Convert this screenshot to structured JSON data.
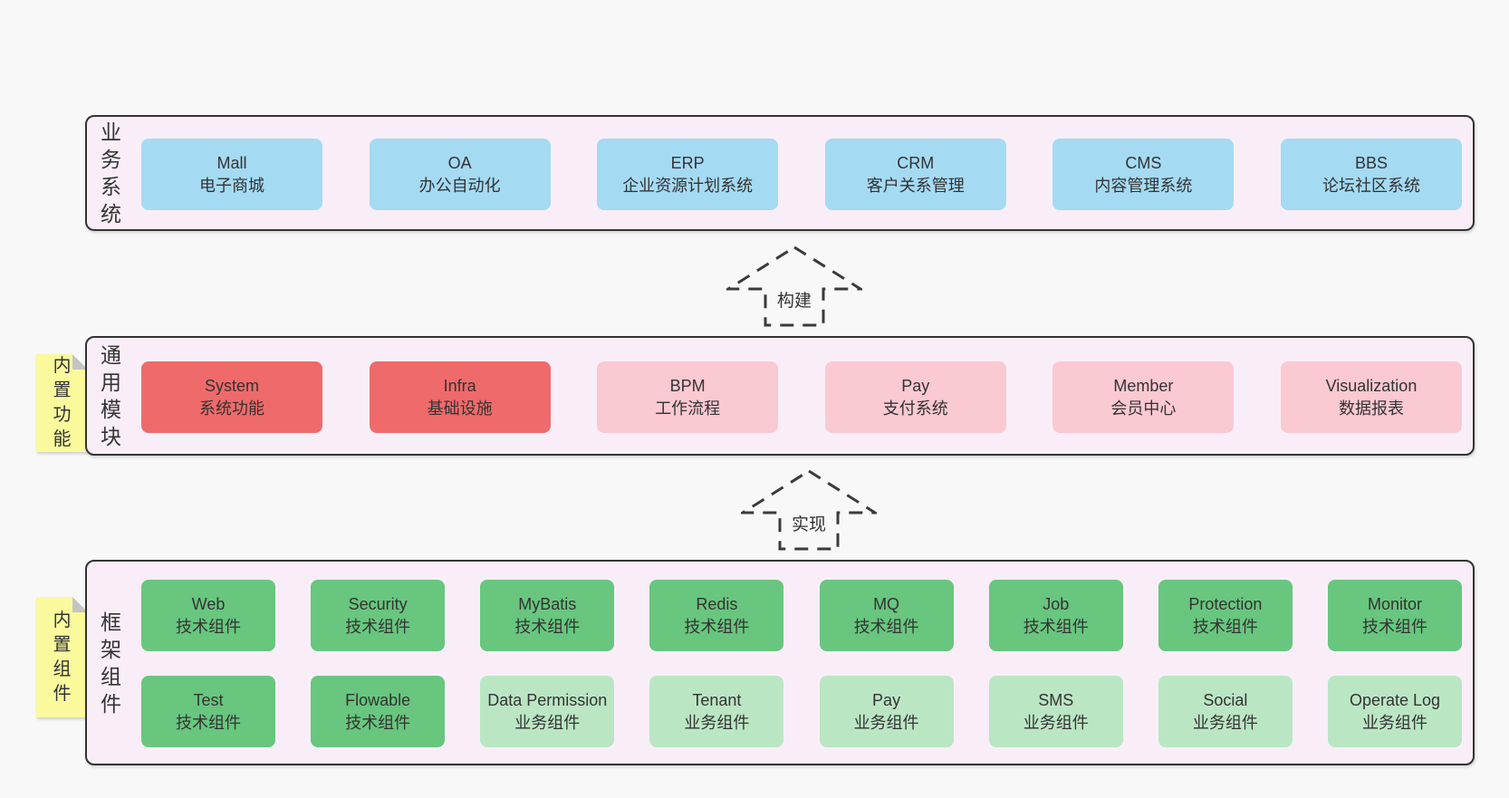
{
  "colors": {
    "page_background": "#f8f8f8",
    "panel_background": "#f9eef8",
    "panel_border": "#333333",
    "blue_box": "#a5daf3",
    "red_box": "#ef6a6b",
    "pink_box": "#fac9d2",
    "green_box": "#68c67e",
    "light_green_box": "#bbe6c4",
    "note_yellow": "#fafa9d",
    "text": "#333333"
  },
  "arrows": {
    "build": "构建",
    "implement": "实现"
  },
  "notes": {
    "modules": "内置功能",
    "framework": "内置组件"
  },
  "panels": {
    "business": {
      "label": "业务系统",
      "boxes": [
        {
          "name": "Mall",
          "desc": "电子商城",
          "variant": "blue"
        },
        {
          "name": "OA",
          "desc": "办公自动化",
          "variant": "blue"
        },
        {
          "name": "ERP",
          "desc": "企业资源计划系统",
          "variant": "blue"
        },
        {
          "name": "CRM",
          "desc": "客户关系管理",
          "variant": "blue"
        },
        {
          "name": "CMS",
          "desc": "内容管理系统",
          "variant": "blue"
        },
        {
          "name": "BBS",
          "desc": "论坛社区系统",
          "variant": "blue"
        }
      ]
    },
    "modules": {
      "label": "通用模块",
      "boxes": [
        {
          "name": "System",
          "desc": "系统功能",
          "variant": "red"
        },
        {
          "name": "Infra",
          "desc": "基础设施",
          "variant": "red"
        },
        {
          "name": "BPM",
          "desc": "工作流程",
          "variant": "pink"
        },
        {
          "name": "Pay",
          "desc": "支付系统",
          "variant": "pink"
        },
        {
          "name": "Member",
          "desc": "会员中心",
          "variant": "pink"
        },
        {
          "name": "Visualization",
          "desc": "数据报表",
          "variant": "pink"
        }
      ]
    },
    "framework": {
      "label": "框架组件",
      "row1": [
        {
          "name": "Web",
          "desc": "技术组件",
          "variant": "green"
        },
        {
          "name": "Security",
          "desc": "技术组件",
          "variant": "green"
        },
        {
          "name": "MyBatis",
          "desc": "技术组件",
          "variant": "green"
        },
        {
          "name": "Redis",
          "desc": "技术组件",
          "variant": "green"
        },
        {
          "name": "MQ",
          "desc": "技术组件",
          "variant": "green"
        },
        {
          "name": "Job",
          "desc": "技术组件",
          "variant": "green"
        },
        {
          "name": "Protection",
          "desc": "技术组件",
          "variant": "green"
        },
        {
          "name": "Monitor",
          "desc": "技术组件",
          "variant": "green"
        }
      ],
      "row2": [
        {
          "name": "Test",
          "desc": "技术组件",
          "variant": "green"
        },
        {
          "name": "Flowable",
          "desc": "技术组件",
          "variant": "green"
        },
        {
          "name": "Data Permission",
          "desc": "业务组件",
          "variant": "lightgreen"
        },
        {
          "name": "Tenant",
          "desc": "业务组件",
          "variant": "lightgreen"
        },
        {
          "name": "Pay",
          "desc": "业务组件",
          "variant": "lightgreen"
        },
        {
          "name": "SMS",
          "desc": "业务组件",
          "variant": "lightgreen"
        },
        {
          "name": "Social",
          "desc": "业务组件",
          "variant": "lightgreen"
        },
        {
          "name": "Operate Log",
          "desc": "业务组件",
          "variant": "lightgreen"
        }
      ]
    }
  }
}
